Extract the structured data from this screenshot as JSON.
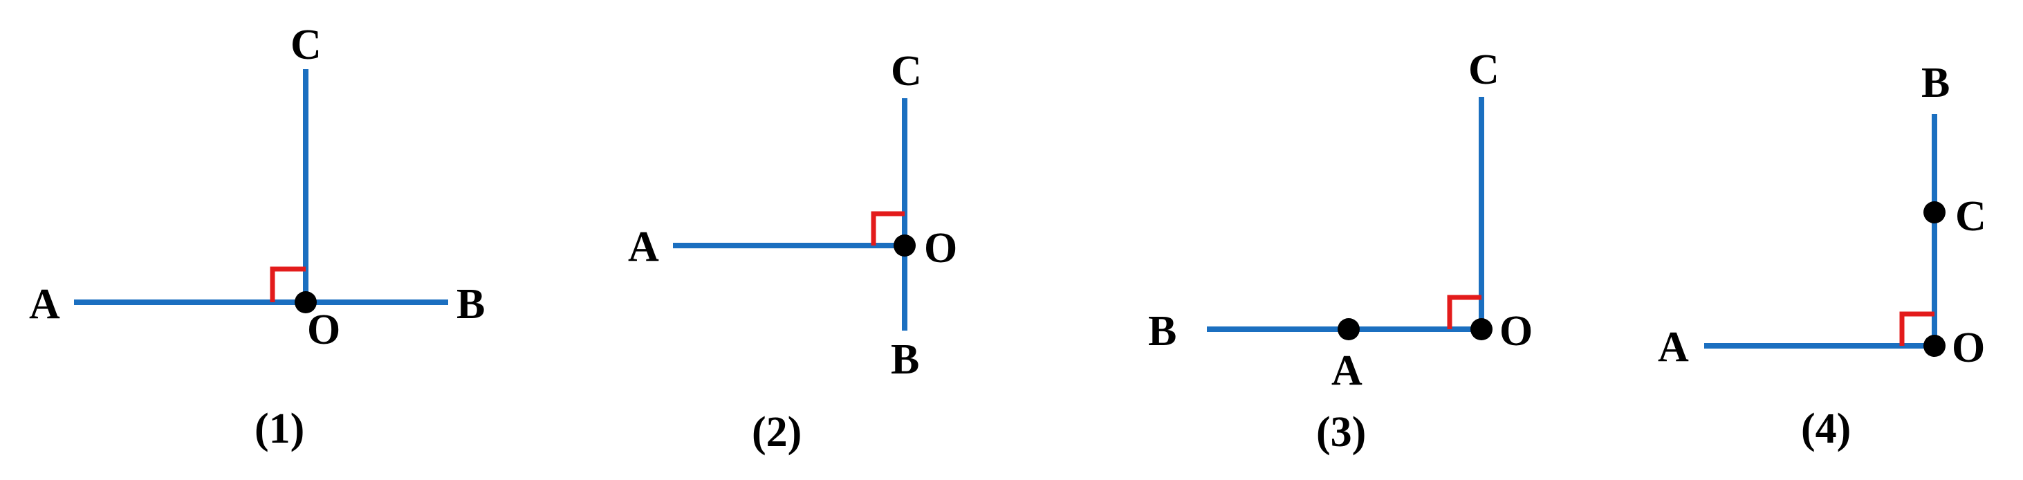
{
  "figures": [
    {
      "caption": "(1)",
      "labels": {
        "A": "A",
        "B": "B",
        "C": "C",
        "O": "O"
      }
    },
    {
      "caption": "(2)",
      "labels": {
        "A": "A",
        "B": "B",
        "C": "C",
        "O": "O"
      }
    },
    {
      "caption": "(3)",
      "labels": {
        "A": "A",
        "B": "B",
        "C": "C",
        "O": "O"
      }
    },
    {
      "caption": "(4)",
      "labels": {
        "A": "A",
        "B": "B",
        "C": "C",
        "O": "O"
      }
    }
  ],
  "colors": {
    "line": "#1b6fc0",
    "right_angle_mark": "#e31b1b",
    "point": "#000000"
  }
}
